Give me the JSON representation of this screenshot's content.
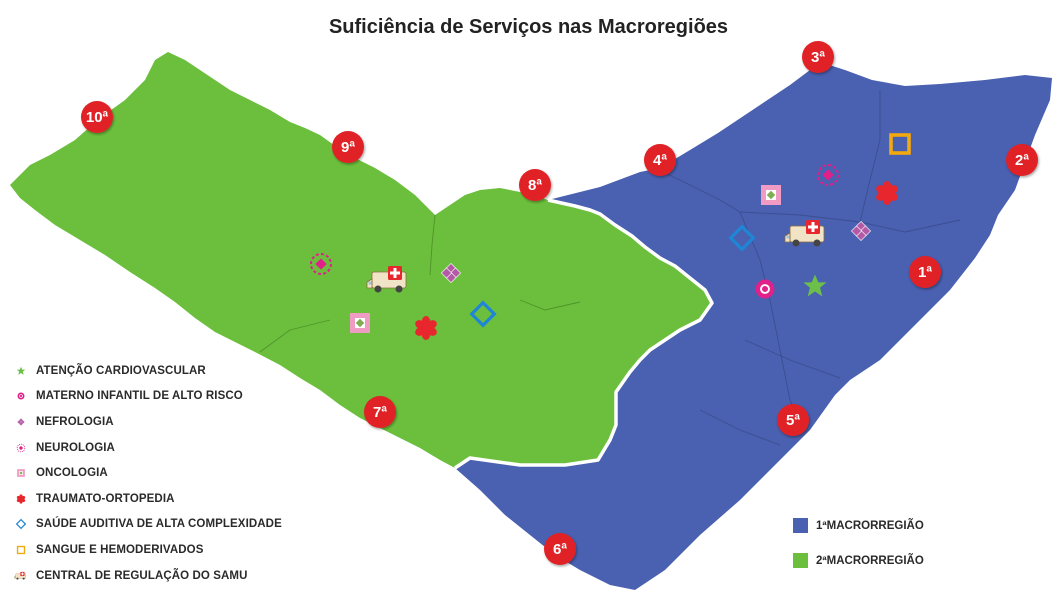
{
  "title": "Suficiência de Serviços nas Macroregiões",
  "colors": {
    "macro1": "#4a60b0",
    "macro2": "#6cbf3c",
    "region_marker": "#e02127",
    "cardio": "#6cc04a",
    "materno": "#e0218a",
    "nefro": "#b35aa6",
    "neuro": "#e0218a",
    "onco": "#f09bc4",
    "trauma": "#e8262d",
    "auditiva": "#1f86d6",
    "sangue": "#f2a90f",
    "samu": "#e8262d"
  },
  "regions": [
    {
      "label": "1ª",
      "macro": "1"
    },
    {
      "label": "2ª",
      "macro": "1"
    },
    {
      "label": "3ª",
      "macro": "1"
    },
    {
      "label": "4ª",
      "macro": "1"
    },
    {
      "label": "5ª",
      "macro": "1"
    },
    {
      "label": "6ª",
      "macro": "1"
    },
    {
      "label": "7ª",
      "macro": "2"
    },
    {
      "label": "8ª",
      "macro": "2"
    },
    {
      "label": "9ª",
      "macro": "2"
    },
    {
      "label": "10ª",
      "macro": "2"
    }
  ],
  "legend": [
    {
      "icon": "star-icon",
      "label": "ATENÇÃO CARDIOVASCULAR"
    },
    {
      "icon": "ring-icon",
      "label": "MATERNO INFANTIL DE ALTO RISCO"
    },
    {
      "icon": "diamond-cluster-icon",
      "label": "NEFROLOGIA"
    },
    {
      "icon": "dashed-circle-icon",
      "label": "NEUROLOGIA"
    },
    {
      "icon": "pink-square-icon",
      "label": "ONCOLOGIA"
    },
    {
      "icon": "flower-icon",
      "label": "TRAUMATO-ORTOPEDIA"
    },
    {
      "icon": "blue-diamond-icon",
      "label": "SAÚDE AUDITIVA DE ALTA COMPLEXIDADE"
    },
    {
      "icon": "yellow-square-icon",
      "label": "SANGUE E HEMODERIVADOS"
    },
    {
      "icon": "ambulance-icon",
      "label": "CENTRAL DE REGULAÇÃO DO SAMU"
    }
  ],
  "macro_legend": [
    {
      "label": "1ªMACRORREGIÃO",
      "color": "#4a60b0"
    },
    {
      "label": "2ªMACRORREGIÃO",
      "color": "#6cbf3c"
    }
  ]
}
